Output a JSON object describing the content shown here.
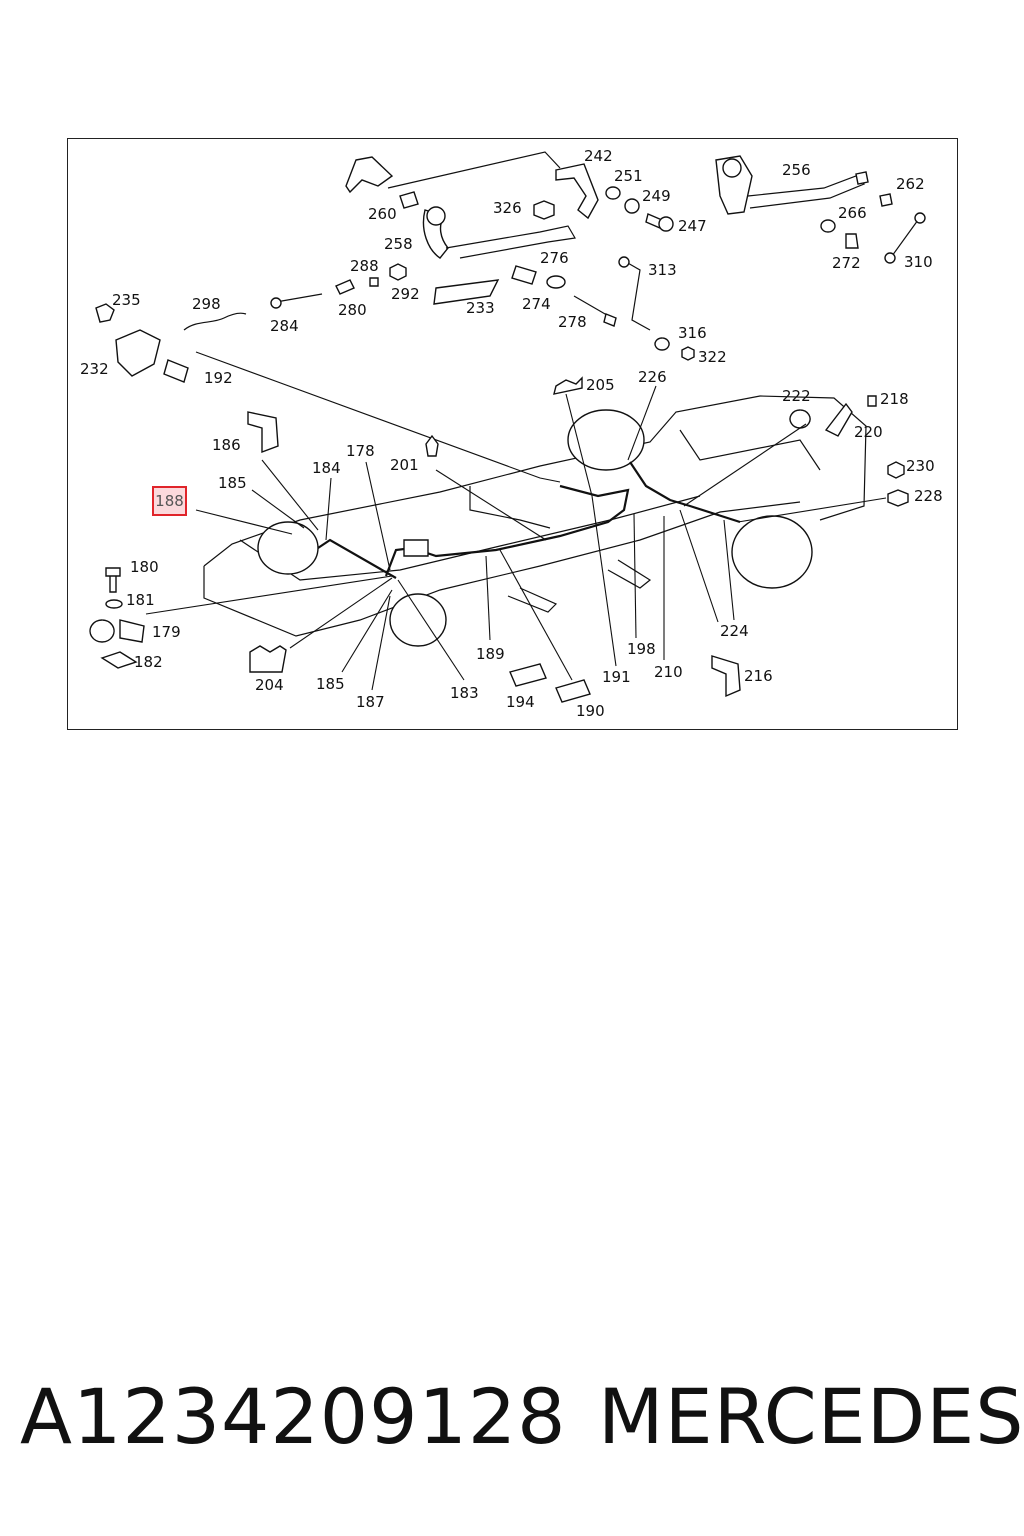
{
  "highlighted_part": "188",
  "footer": {
    "part_number": "A1234209128",
    "brand": "MERCEDES"
  },
  "callouts": {
    "c242": "242",
    "c251": "251",
    "c249": "249",
    "c247": "247",
    "c256": "256",
    "c262": "262",
    "c266": "266",
    "c272": "272",
    "c310": "310",
    "c260": "260",
    "c326": "326",
    "c258": "258",
    "c276": "276",
    "c288": "288",
    "c292": "292",
    "c280": "280",
    "c233": "233",
    "c274": "274",
    "c278": "278",
    "c313": "313",
    "c316": "316",
    "c322": "322",
    "c235": "235",
    "c298": "298",
    "c284": "284",
    "c232": "232",
    "c192": "192",
    "c205": "205",
    "c226": "226",
    "c222": "222",
    "c218": "218",
    "c220": "220",
    "c186": "186",
    "c178": "178",
    "c201": "201",
    "c184": "184",
    "c185a": "185",
    "c230": "230",
    "c228": "228",
    "c180": "180",
    "c181": "181",
    "c179": "179",
    "c182": "182",
    "c204": "204",
    "c185b": "185",
    "c187": "187",
    "c183": "183",
    "c189": "189",
    "c194": "194",
    "c190": "190",
    "c191": "191",
    "c198": "198",
    "c210": "210",
    "c224": "224",
    "c216": "216"
  }
}
